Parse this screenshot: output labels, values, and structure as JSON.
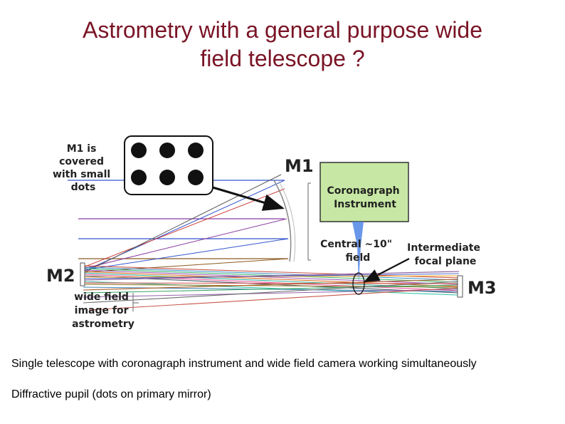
{
  "slide": {
    "title_line1": "Astrometry with a general purpose wide",
    "title_line2": "field telescope ?"
  },
  "diagram": {
    "m1_note": [
      "M1 is",
      "covered",
      "with small",
      "dots"
    ],
    "m1_label": "M1",
    "m2_label": "M2",
    "m3_label": "M3",
    "coronagraph": [
      "Coronagraph",
      "Instrument"
    ],
    "central_field": [
      "Central ~10\"",
      "field"
    ],
    "intermediate": [
      "Intermediate",
      "focal plane"
    ],
    "wide_field": [
      "wide field",
      "image for",
      "astrometry"
    ],
    "colors": {
      "coronagraph_box": "#c7e8a4",
      "central_beam": "#4f86e6",
      "title": "#7a1426"
    }
  },
  "captions": {
    "line1": "Single telescope with coronagraph instrument and wide field camera working simultaneously",
    "line2": "Diffractive pupil (dots on primary mirror)"
  }
}
